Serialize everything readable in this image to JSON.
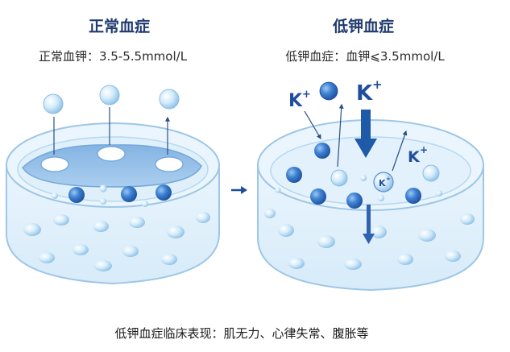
{
  "normal": {
    "title": "正常血症",
    "subtitle": "正常血钾：3.5-5.5mmol/L"
  },
  "hypo": {
    "title": "低钾血症",
    "subtitle": "低钾血症：血钾⩽3.5mmol/L",
    "k_labels": {
      "left": "K",
      "center": "K",
      "right": "K",
      "ion": "K",
      "sup": "+"
    }
  },
  "caption": "低钾血症临床表现：肌无力、心律失常、腹胀等",
  "colors": {
    "title": "#1f3a6e",
    "cell_outline": "#9ec6e6",
    "cell_fill": "#e9f4fc",
    "dark_ball": "#2f6fc4",
    "light_ball": "#bfe0f7",
    "arrow": "#1f5aa8"
  }
}
